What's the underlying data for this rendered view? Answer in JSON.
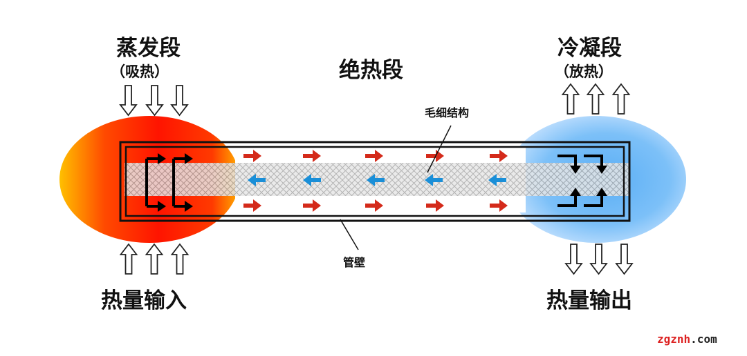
{
  "labels": {
    "evaporator_title": "蒸发段",
    "evaporator_sub": "（吸热）",
    "adiabatic_title": "绝热段",
    "condenser_title": "冷凝段",
    "condenser_sub": "（放热）",
    "wick": "毛细结构",
    "wall": "管壁",
    "heat_input": "热量输入",
    "heat_output": "热量输出"
  },
  "watermark": {
    "brand": "zgznh",
    "tld": ".com"
  },
  "colors": {
    "hot_core": "#ff1a00",
    "hot_edge": "#ffb000",
    "cold_core": "#4aa8f5",
    "cold_edge": "#d4ecff",
    "vapor_arrow": "#d42a1a",
    "liquid_arrow": "#1a8fd8",
    "tube_wall": "#111111",
    "watermark_red": "#dd2222",
    "watermark_dark": "#222222"
  },
  "icons": [
    "hollow-down-arrow-icon",
    "hollow-up-arrow-icon",
    "vapor-flow-arrow-icon",
    "liquid-flow-arrow-icon",
    "vaporization-arrow-icon",
    "condensation-arrow-icon"
  ]
}
